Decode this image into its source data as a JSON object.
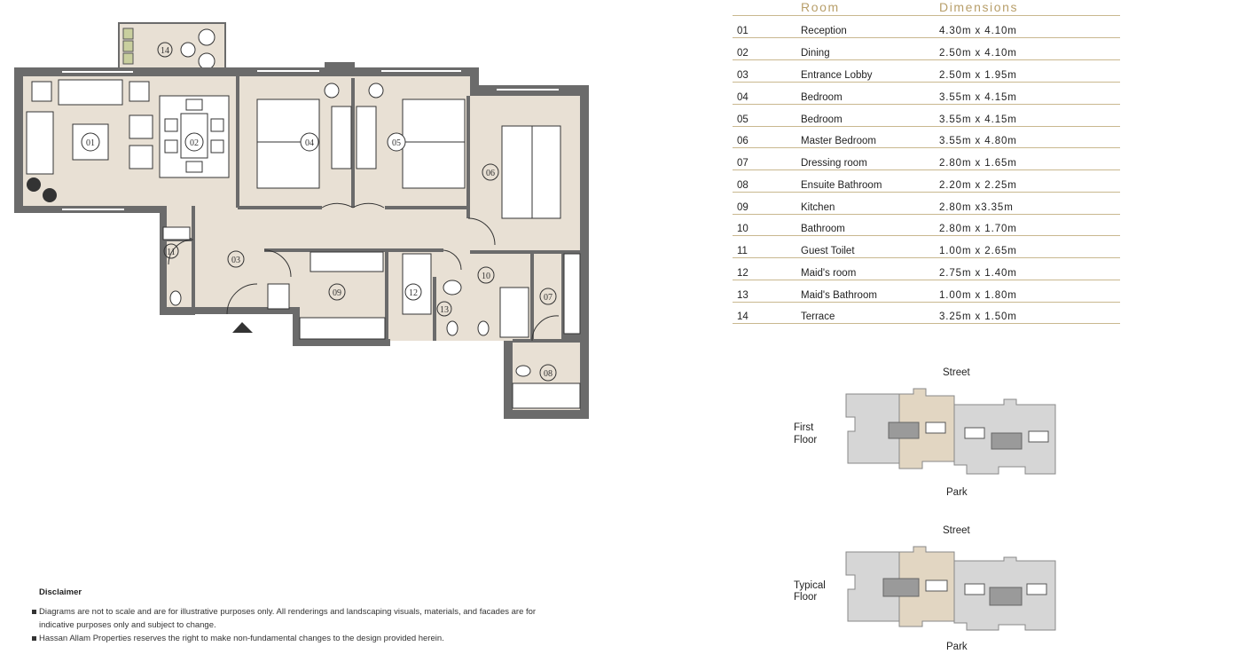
{
  "table": {
    "header_room": "Room",
    "header_dimensions": "Dimensions",
    "rows": [
      {
        "no": "01",
        "room": "Reception",
        "dim": "4.30m x 4.10m"
      },
      {
        "no": "02",
        "room": "Dining",
        "dim": "2.50m x 4.10m"
      },
      {
        "no": "03",
        "room": "Entrance Lobby",
        "dim": "2.50m x 1.95m"
      },
      {
        "no": "04",
        "room": "Bedroom",
        "dim": "3.55m x 4.15m"
      },
      {
        "no": "05",
        "room": "Bedroom",
        "dim": "3.55m x 4.15m"
      },
      {
        "no": "06",
        "room": "Master Bedroom",
        "dim": "3.55m x 4.80m"
      },
      {
        "no": "07",
        "room": "Dressing room",
        "dim": "2.80m x 1.65m"
      },
      {
        "no": "08",
        "room": "Ensuite Bathroom",
        "dim": "2.20m x 2.25m"
      },
      {
        "no": "09",
        "room": "Kitchen",
        "dim": "2.80m x3.35m"
      },
      {
        "no": "10",
        "room": "Bathroom",
        "dim": "2.80m x 1.70m"
      },
      {
        "no": "11",
        "room": "Guest Toilet",
        "dim": "1.00m x 2.65m"
      },
      {
        "no": "12",
        "room": "Maid's room",
        "dim": "2.75m x 1.40m"
      },
      {
        "no": "13",
        "room": "Maid's Bathroom",
        "dim": "1.00m x 1.80m"
      },
      {
        "no": "14",
        "room": "Terrace",
        "dim": "3.25m x 1.50m"
      }
    ]
  },
  "plan_labels": [
    "01",
    "02",
    "03",
    "04",
    "05",
    "06",
    "07",
    "08",
    "09",
    "10",
    "11",
    "12",
    "13",
    "14"
  ],
  "key_plans": [
    {
      "floor_line1": "First",
      "floor_line2": "Floor",
      "top_label": "Street",
      "bottom_label": "Park"
    },
    {
      "floor_line1": "Typical",
      "floor_line2": "Floor",
      "top_label": "Street",
      "bottom_label": "Park"
    }
  ],
  "disclaimer": {
    "title": "Disclaimer",
    "items": [
      "Diagrams are not to scale and are for illustrative purposes only. All renderings and landscaping visuals, materials, and facades are for indicative purposes only and subject to change.",
      "Hassan Allam Properties reserves the right to make non-fundamental changes to the design provided herein."
    ]
  },
  "colors": {
    "floor_fill": "#e8e0d4",
    "wall": "#6b6b6b",
    "accent_gold": "#b89f6a",
    "rule_gold": "#c9b88f",
    "unit_highlight": "#e2d6c2",
    "other_units": "#d6d6d6"
  }
}
